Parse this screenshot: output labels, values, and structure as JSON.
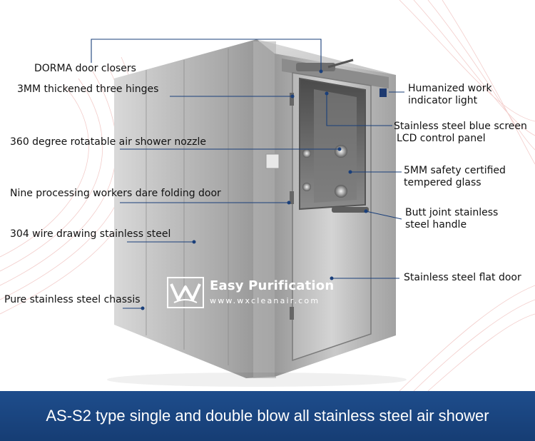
{
  "callouts": {
    "door_closers": "DORMA door closers",
    "hinges": "3MM thickened three hinges",
    "nozzle": "360 degree rotatable air shower nozzle",
    "folding_door": "Nine processing workers dare folding door",
    "stainless_304": "304 wire drawing stainless steel",
    "chassis": "Pure stainless steel chassis",
    "indicator_light": [
      "Humanized work",
      "indicator light"
    ],
    "control_panel": [
      "Stainless steel blue screen",
      "LCD control panel"
    ],
    "glass": [
      "5MM safety certified",
      "tempered glass"
    ],
    "handle": [
      "Butt joint stainless",
      "steel handle"
    ],
    "flat_door": "Stainless steel flat door"
  },
  "brand": {
    "name": "Easy Purification",
    "url": "www.wxcleanair.com"
  },
  "banner": {
    "title": "AS-S2 type single and double blow all stainless steel air shower"
  },
  "colors": {
    "banner": "#1e4d8c",
    "leader_line": "#1a3f7a",
    "background_swirl": "#e9a4a0"
  }
}
